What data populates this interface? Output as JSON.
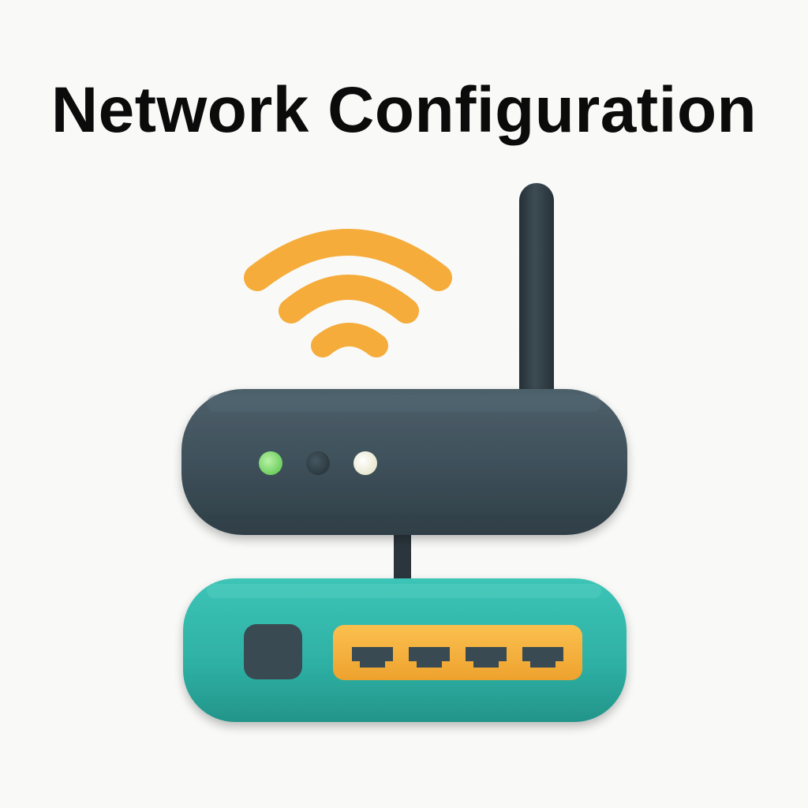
{
  "page": {
    "title": "Network Configuration"
  },
  "illustration": {
    "icons": [
      "wifi-signal-icon",
      "router-icon",
      "modem-icon",
      "ethernet-port-icon"
    ],
    "colors": {
      "background": "#f9f9f7",
      "title_text": "#0b0b0b",
      "router_body": "#3d4f59",
      "antenna": "#2e3b42",
      "wifi_signal": "#f5ac3a",
      "modem_body": "#2fb2a6",
      "port_frame": "#f7b43a",
      "led_green": "#7bd96a",
      "led_dark": "#2f3d44",
      "led_white": "#f3f2dc",
      "power_button": "#3a4a52"
    },
    "router_leds": [
      {
        "state": "on",
        "color": "green"
      },
      {
        "state": "off",
        "color": "dark"
      },
      {
        "state": "on",
        "color": "white"
      }
    ],
    "ethernet_port_count": 4
  }
}
